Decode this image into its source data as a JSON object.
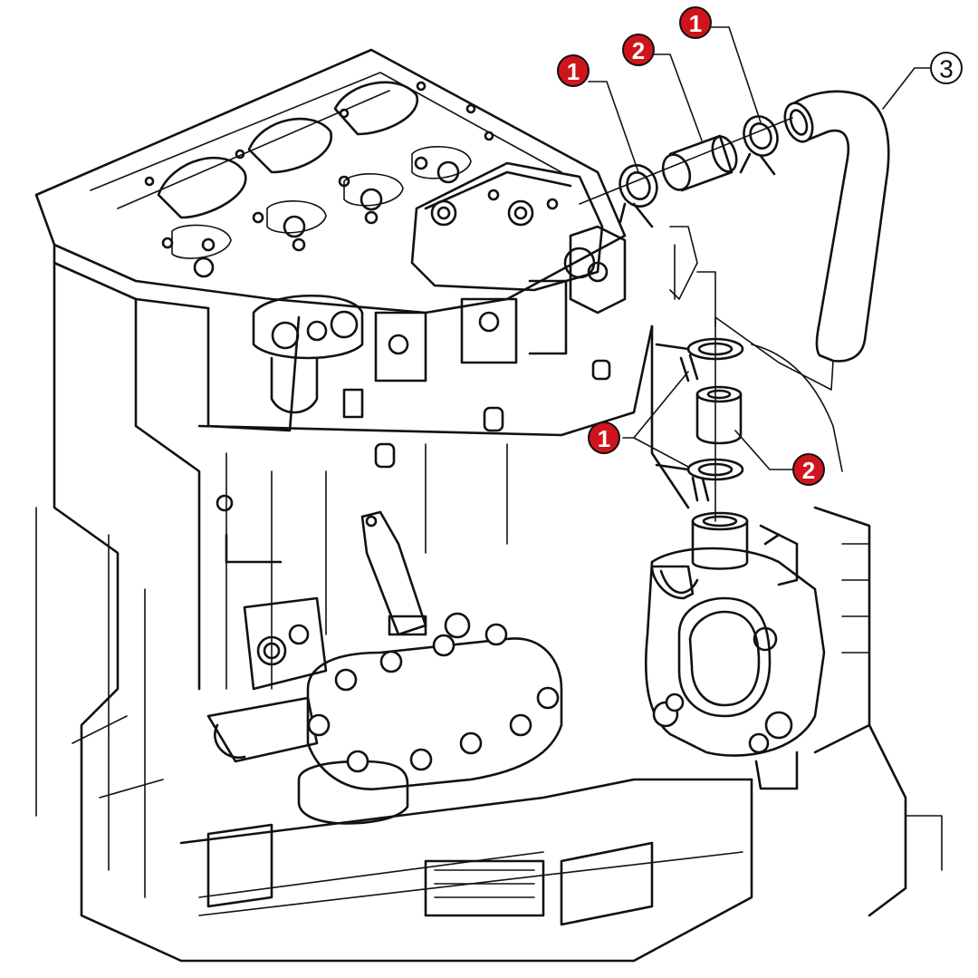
{
  "callouts": [
    {
      "id": "c1a",
      "label": "1",
      "style": "red"
    },
    {
      "id": "c2a",
      "label": "2",
      "style": "red"
    },
    {
      "id": "c1b",
      "label": "1",
      "style": "red"
    },
    {
      "id": "c3",
      "label": "3",
      "style": "plain"
    },
    {
      "id": "c1c",
      "label": "1",
      "style": "red"
    },
    {
      "id": "c2b",
      "label": "2",
      "style": "red"
    }
  ],
  "colors": {
    "callout_red": "#d0141b",
    "line": "#111111",
    "background": "#ffffff"
  }
}
